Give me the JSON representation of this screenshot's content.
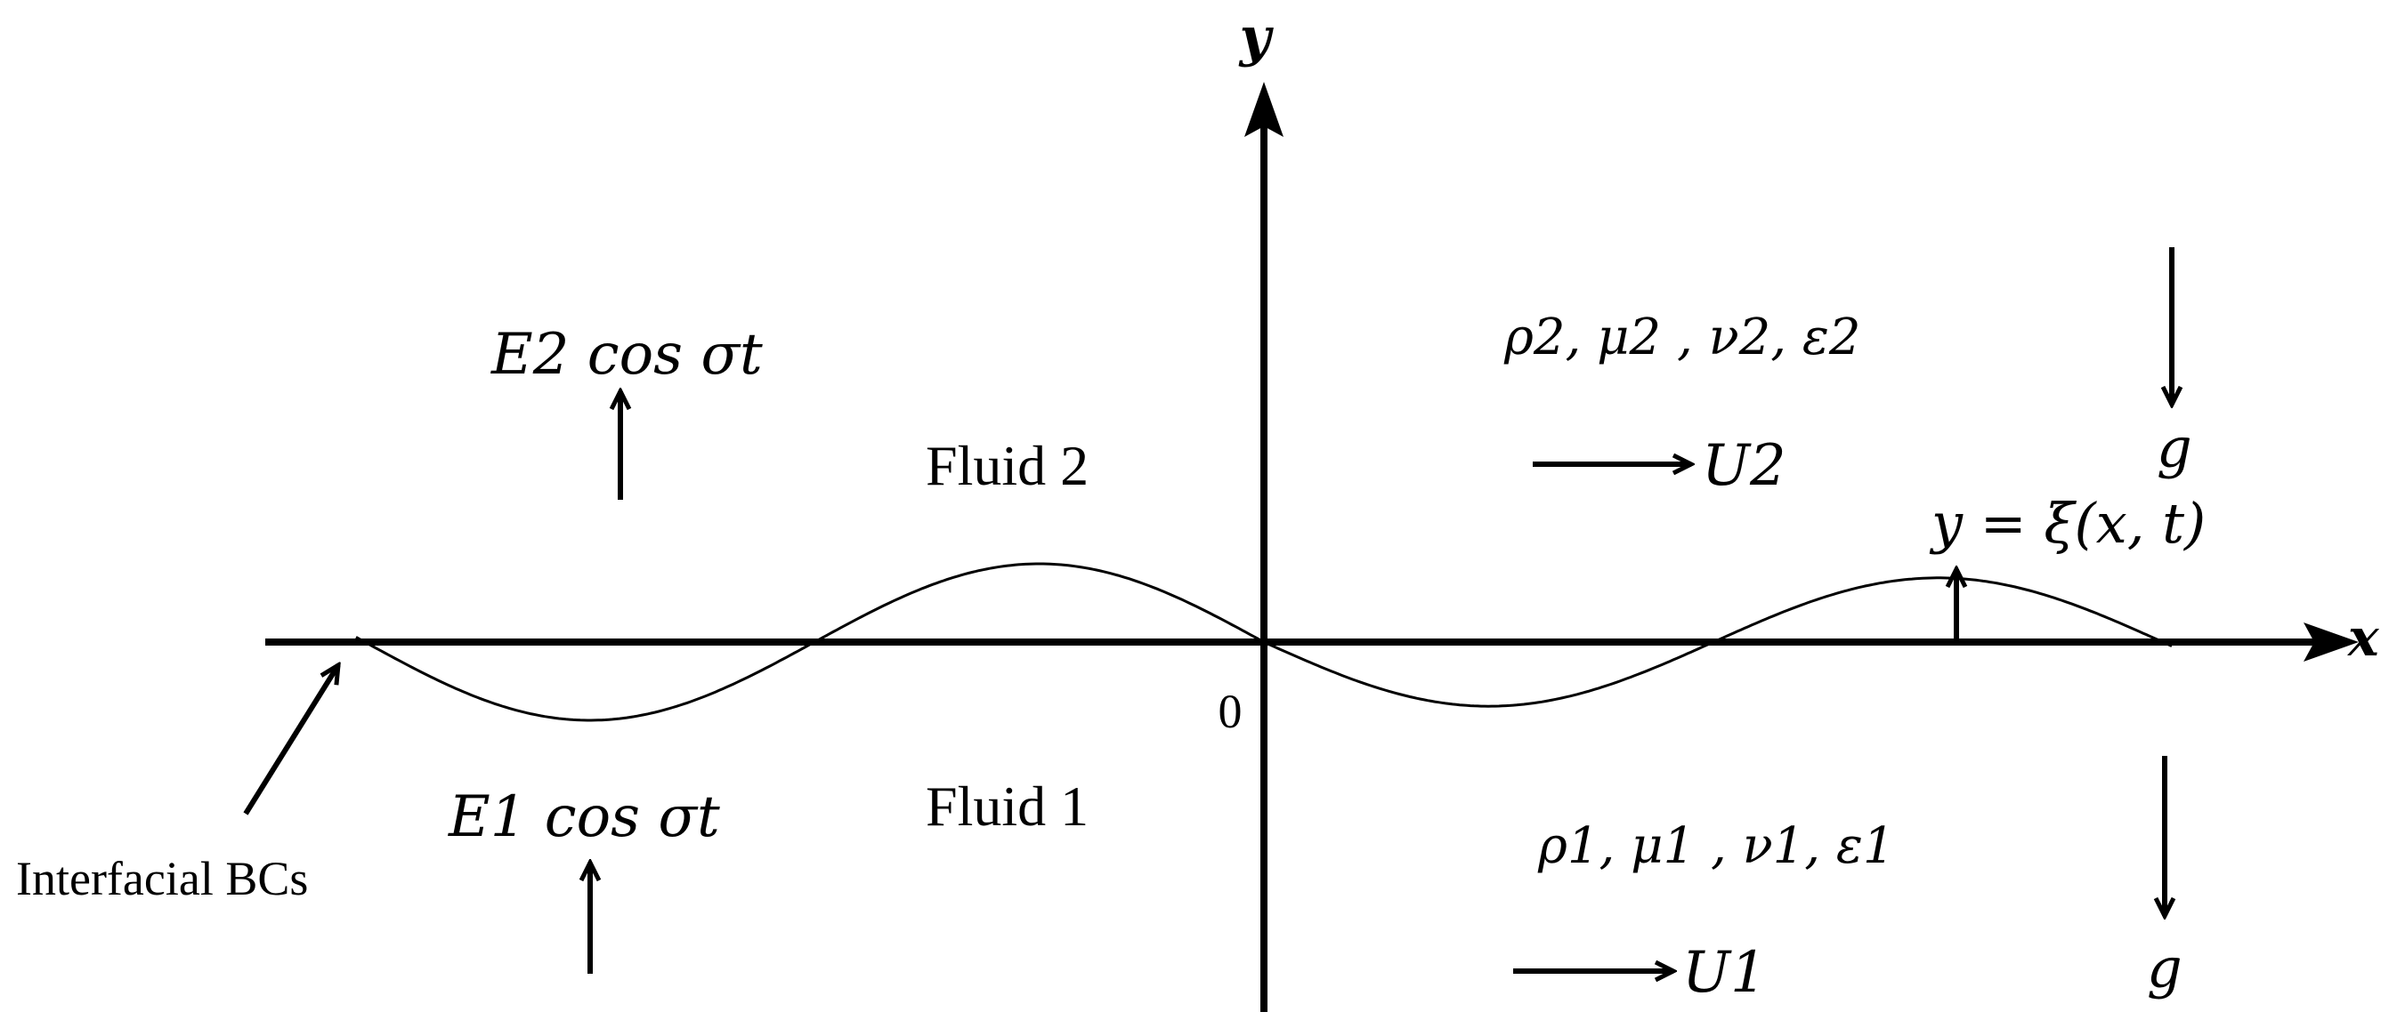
{
  "axes": {
    "x_label": "x",
    "y_label": "y",
    "origin_label": "0"
  },
  "interface": {
    "equation": "y = ξ(x, t)",
    "note": "Interfacial BCs"
  },
  "fluid_upper": {
    "name": "Fluid 2",
    "properties": "ρ2, μ2 , ν2, ε2",
    "field": "E2 cos σt",
    "velocity": "U2",
    "gravity": "g"
  },
  "fluid_lower": {
    "name": "Fluid 1",
    "properties": "ρ1, μ1 , ν1, ε1",
    "field": "E1 cos σt",
    "velocity": "U1",
    "gravity": "g"
  }
}
